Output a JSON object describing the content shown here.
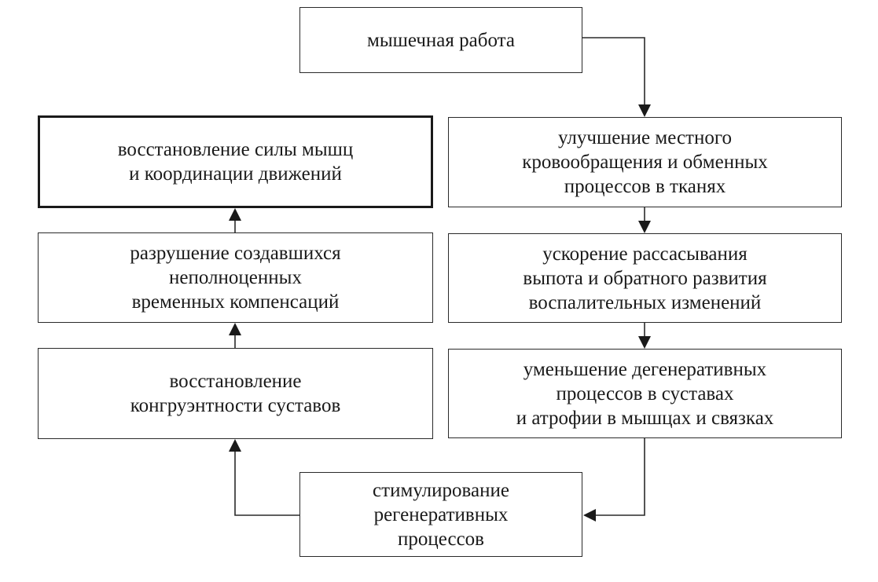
{
  "boxes": {
    "muscle_work": "мышечная работа",
    "blood_circulation": "улучшение местного\nкровообращения и обменных\nпроцессов в тканях",
    "resorption": "ускорение рассасывания\nвыпота и обратного развития\nвоспалительных изменений",
    "degeneration_reduction": "уменьшение дегенеративных\nпроцессов в суставах\nи атрофии в мышцах и связках",
    "regeneration": "стимулирование\nрегенеративных\nпроцессов",
    "congruence": "восстановление\nконгруэнтности суставов",
    "compensation_breakdown": "разрушение создавшихся\nнеполноценных\nвременных компенсаций",
    "strength_restoration": "восстановление силы мышц\nи координации движений"
  }
}
